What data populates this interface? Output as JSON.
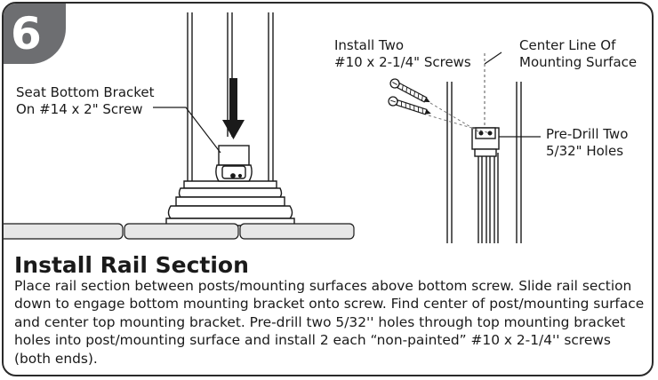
{
  "step": {
    "number": "6"
  },
  "callouts": {
    "left_bracket": {
      "line1": "Seat Bottom Bracket",
      "line2": "On #14 x 2\" Screw"
    },
    "install_screws": {
      "line1": "Install Two",
      "line2": "#10 x 2-1/4\" Screws"
    },
    "center_line": {
      "line1": "Center Line Of",
      "line2": "Mounting Surface"
    },
    "predrill": {
      "line1": "Pre-Drill Two",
      "line2": "5/32\" Holes"
    }
  },
  "section": {
    "title": "Install Rail Section",
    "body": "Place rail section between posts/mounting surfaces above bottom screw. Slide rail section down to engage bottom mounting bracket onto screw. Find center of post/mounting surface and center top mounting bracket. Pre-drill two 5/32'' holes through top mounting bracket holes into post/mounting surface and install 2 each “non-painted” #10 x 2-1/4'' screws (both ends)."
  },
  "colors": {
    "step_tab": "#6d6e71",
    "ink": "#1a1a1a",
    "paver": "#e7e7e7"
  }
}
